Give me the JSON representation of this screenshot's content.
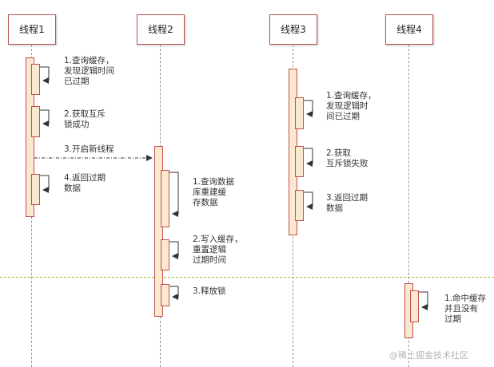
{
  "threads": [
    {
      "id": "t1",
      "title": "线程1"
    },
    {
      "id": "t2",
      "title": "线程2"
    },
    {
      "id": "t3",
      "title": "线程3"
    },
    {
      "id": "t4",
      "title": "线程4"
    }
  ],
  "messages": [
    {
      "thread": "t1",
      "text": "1.查询缓存，\n发现逻辑时间\n已过期"
    },
    {
      "thread": "t1",
      "text": "2.获取互斥\n锁成功"
    },
    {
      "thread": "t1",
      "text": "3.开启新线程"
    },
    {
      "thread": "t1",
      "text": "4.返回过期\n数据"
    },
    {
      "thread": "t2",
      "text": "1.查询数据\n库重建缓\n存数据"
    },
    {
      "thread": "t2",
      "text": "2.写入缓存，\n重置逻辑\n过期时间"
    },
    {
      "thread": "t2",
      "text": "3.释放锁"
    },
    {
      "thread": "t3",
      "text": "1.查询缓存，\n发现逻辑时\n间已过期"
    },
    {
      "thread": "t3",
      "text": "2.获取\n互斥锁失败"
    },
    {
      "thread": "t3",
      "text": "3.返回过期\n数据"
    },
    {
      "thread": "t4",
      "text": "1.命中缓存\n并且没有\n过期"
    }
  ],
  "watermark": "@稀土掘金技术社区",
  "colors": {
    "activation_fill": "#fbe8d0",
    "activation_border": "#c0504d",
    "separator": "#9fbf3b",
    "lifeline": "#9a9a9a"
  }
}
